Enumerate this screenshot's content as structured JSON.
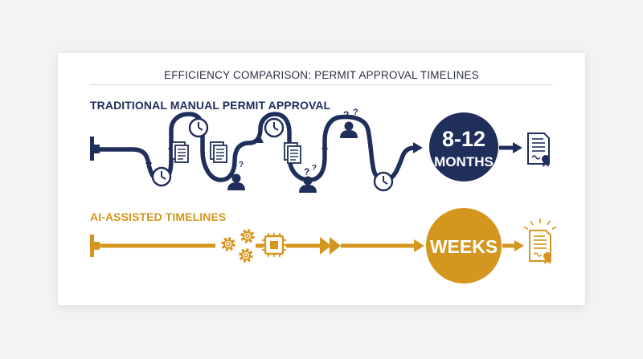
{
  "title": "EFFICIENCY COMPARISON: PERMIT APPROVAL TIMELINES",
  "traditional": {
    "label": "TRADITIONAL MANUAL PERMIT APPROVAL",
    "duration_line1": "8-12",
    "duration_line2": "MONTHS",
    "question_mark": "?"
  },
  "ai": {
    "label": "AI-ASSISTED TIMELINES",
    "duration": "WEEKS"
  },
  "colors": {
    "navy": "#1f2e5a",
    "gold": "#d4961e"
  },
  "icons": {
    "traditional": [
      "pipe-start-icon",
      "clock-icon",
      "document-icon",
      "person-question-icon",
      "certificate-icon"
    ],
    "ai": [
      "pipe-start-icon",
      "gears-icon",
      "chip-icon",
      "fast-forward-icon",
      "certificate-icon"
    ]
  }
}
